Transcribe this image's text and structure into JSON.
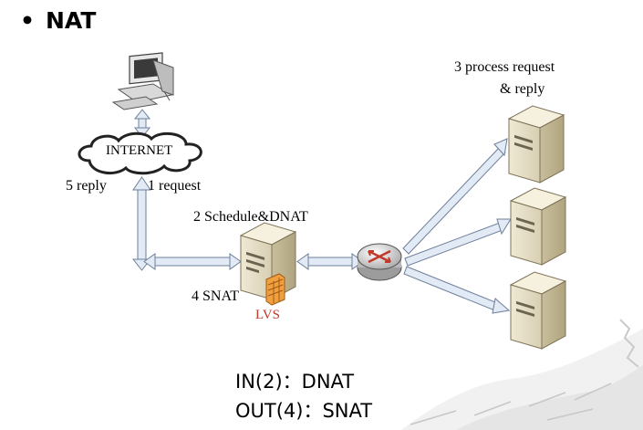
{
  "slide": {
    "heading": "NAT",
    "bullet": "•"
  },
  "diagram": {
    "cloud_label": "INTERNET",
    "reply_label": "5 reply",
    "request_label": "1 request",
    "schedule_label": "2 Schedule&DNAT",
    "snat_label": "4 SNAT",
    "lvs_label": "LVS",
    "process_label_line1": "3 process request",
    "process_label_line2": "& reply"
  },
  "footer": {
    "line1": "IN(2)：DNAT",
    "line2": "OUT(4)：SNAT"
  },
  "icons": [
    "computer-icon",
    "cloud-icon",
    "server-icon",
    "firewall-icon",
    "router-icon"
  ]
}
